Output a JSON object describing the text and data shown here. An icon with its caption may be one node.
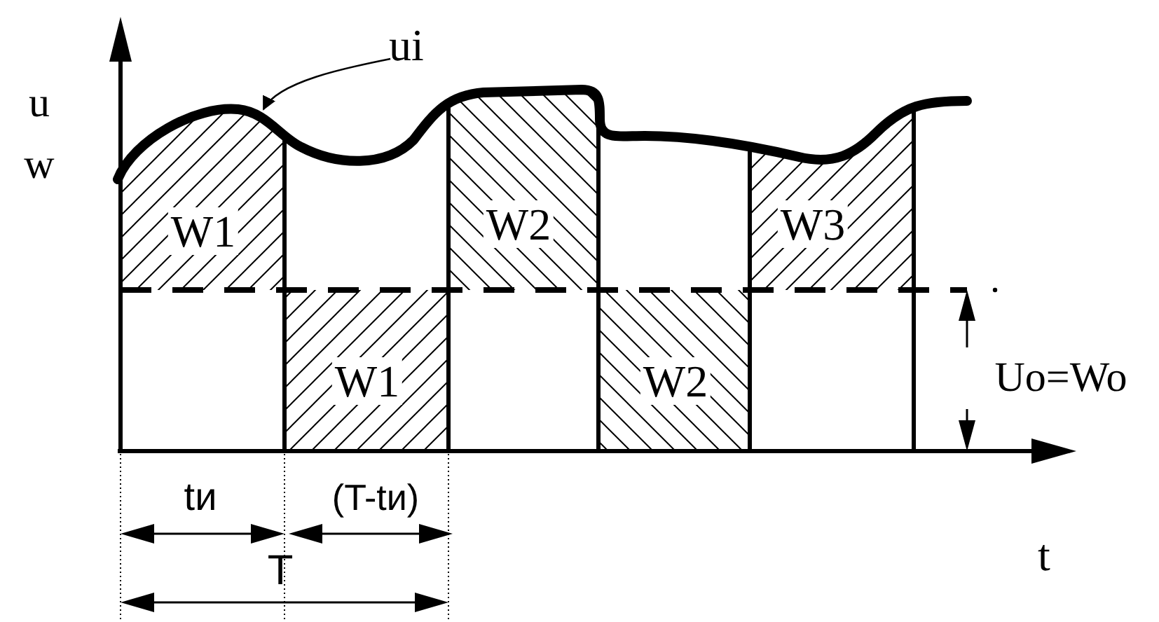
{
  "diagram": {
    "nodes": [
      {
        "text": [
          "ui"
        ]
      },
      {
        "text": [],
        "shape": "line"
      }
    ],
    "edges": [
      {
        "from": 0,
        "to": 1,
        "arrow": "to"
      }
    ],
    "labels": [
      "u",
      "w",
      "W1",
      "W2",
      "W3",
      "W1",
      "W2",
      "Uo=Wo",
      "tи",
      "(T-tи)",
      "T",
      "t"
    ]
  }
}
